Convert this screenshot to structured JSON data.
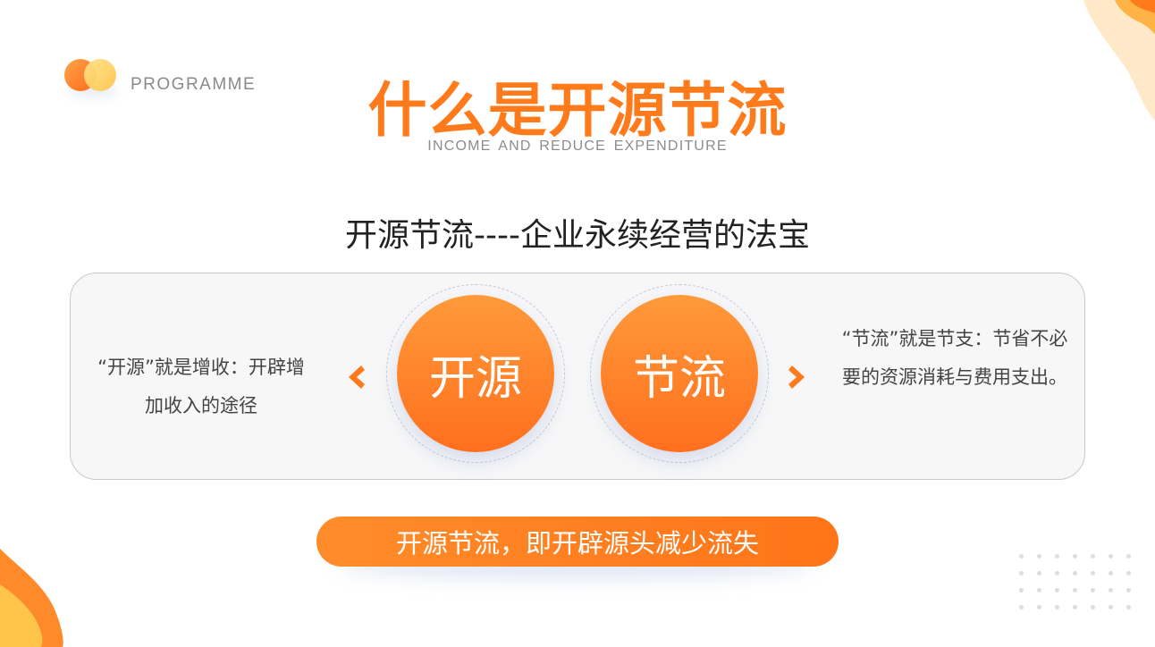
{
  "badge": {
    "text": "PROGRAMME"
  },
  "header": {
    "title": "什么是开源节流",
    "subtitle": "INCOME AND REDUCE EXPENDITURE"
  },
  "heading": "开源节流----企业永续经营的法宝",
  "panel": {
    "left_text": "“开源”就是增收：开辟增加收入的途径",
    "circle_left": "开源",
    "circle_right": "节流",
    "right_text": "“节流”就是节支：节省不必要的资源消耗与费用支出。"
  },
  "footer_pill": "开源节流，即开辟源头减少流失",
  "colors": {
    "accent": "#ff7a1a",
    "accent_light": "#ffa44a",
    "highlight": "#ffc54a",
    "panel_bg": "#f7f7f8",
    "text_dark": "#222222"
  },
  "icons": [
    "logo-circles-icon",
    "chevron-left-icon",
    "chevron-right-icon",
    "decorative-blob",
    "dot-grid-pattern"
  ]
}
